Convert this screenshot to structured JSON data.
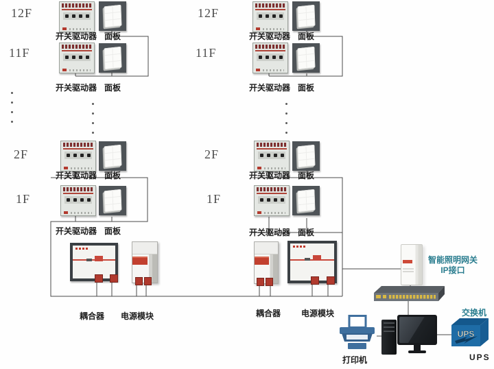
{
  "floors": {
    "f12": "12F",
    "f11": "11F",
    "f2": "2F",
    "f1": "1F"
  },
  "labels": {
    "actuator": "开关驱动器",
    "panel": "面板",
    "coupler": "耦合器",
    "power_module": "电源模块",
    "gateway_line1": "智能照明网关",
    "gateway_line2": "IP接口",
    "network_switch": "交换机",
    "printer": "打印机",
    "ups": "UPS",
    "ups_box_text": "UPS"
  },
  "colors": {
    "teal_label": "#2a7d8f",
    "connection_line": "#4a4a4a",
    "device_red": "#b03a2e",
    "printer_blue": "#3f6f9e",
    "ups_blue": "#1e6ca6",
    "port_yellow": "#d9b944"
  }
}
